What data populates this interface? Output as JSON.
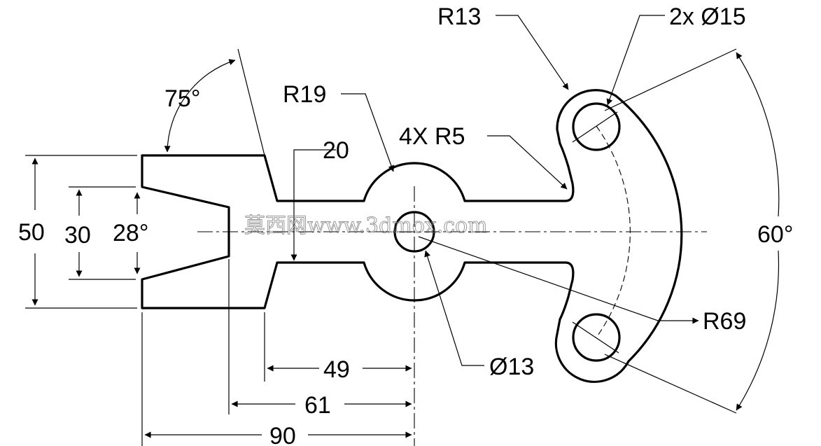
{
  "dimensions": {
    "r13": "R13",
    "holes": "2x Ø15",
    "r19": "R19",
    "fillets": "4X R5",
    "angle75": "75°",
    "width20": "20",
    "height50": "50",
    "height30": "30",
    "angle28": "28°",
    "angle60": "60°",
    "r69": "R69",
    "hole13": "Ø13",
    "len49": "49",
    "len61": "61",
    "len90": "90"
  },
  "watermark": "莫西网www.3dmox.com"
}
